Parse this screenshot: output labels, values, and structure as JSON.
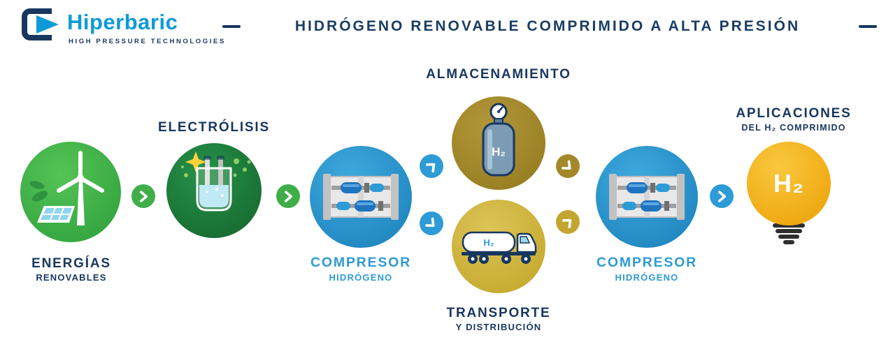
{
  "logo": {
    "brand": "Hiperbaric",
    "tagline": "HIGH PRESSURE TECHNOLOGIES"
  },
  "header": {
    "title": "HIDRÓGENO RENOVABLE COMPRIMIDO A ALTA PRESIÓN"
  },
  "flow": {
    "energias": {
      "line1": "ENERGÍAS",
      "line2": "RENOVABLES"
    },
    "electrolisis": {
      "label": "ELECTRÓLISIS"
    },
    "compresor1": {
      "line1": "COMPRESOR",
      "line2": "HIDRÓGENO"
    },
    "almacenamiento": {
      "label": "ALMACENAMIENTO",
      "cylinder_text": "H₂"
    },
    "transporte": {
      "line1": "TRANSPORTE",
      "line2": "Y DISTRIBUCIÓN",
      "tank_text": "H₂"
    },
    "compresor2": {
      "line1": "COMPRESOR",
      "line2": "HIDRÓGENO"
    },
    "aplicaciones": {
      "line1": "APLICACIONES",
      "line2": "DEL H₂ COMPRIMIDO",
      "bulb_text": "H₂"
    }
  },
  "icons": {
    "flow_arrow": "chevron-right",
    "stage_icons": [
      "wind-turbine-solar-panel",
      "electrolysis-beaker",
      "hydrogen-compressor",
      "gas-cylinder",
      "tanker-truck",
      "hydrogen-compressor",
      "light-bulb"
    ]
  },
  "colors": {
    "navy": "#17375F",
    "brand_blue": "#0F9AD7",
    "green": "#3FAE49",
    "dark_green": "#1D7E3A",
    "compressor_blue": "#2D9BD5",
    "storage_gold": "#A3882A",
    "transport_gold": "#D2B844",
    "bulb_yellow": "#F2AE1C"
  }
}
